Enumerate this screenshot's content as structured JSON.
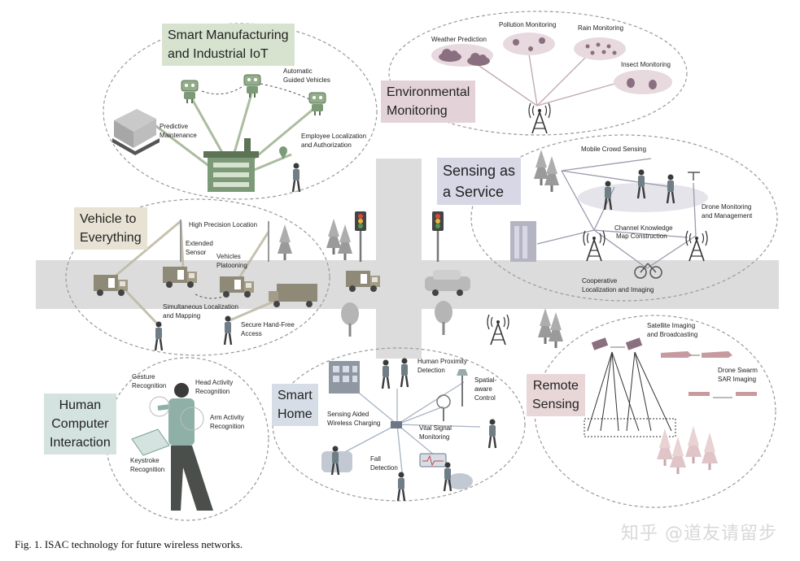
{
  "colors": {
    "road": "#dcdcdc",
    "ellipse_stroke": "#9a9a9a",
    "factory_green": "#7c9a78",
    "manufacturing_box": "#d7e3cf",
    "environment_box": "#e3d3d8",
    "sensing_box": "#d8d7e6",
    "v2x_box": "#e7e2d4",
    "hci_box": "#d4e3df",
    "home_box": "#d6dde6",
    "remote_box": "#e9d7d8",
    "truck": "#8f8a78",
    "env_cloud": "#e7d9de",
    "env_purple": "#8a6f80",
    "remote_tree": "#e0c5c8"
  },
  "sections": {
    "manufacturing": {
      "title_line1": "Smart Manufacturing",
      "title_line2": "and Industrial IoT",
      "labels": {
        "agv_line1": "Automatic",
        "agv_line2": "Guided Vehicles",
        "maint_line1": "Predictive",
        "maint_line2": "Maintenance",
        "emp_line1": "Employee Localization",
        "emp_line2": "and Authorization"
      }
    },
    "environment": {
      "title_line1": "Environmental",
      "title_line2": "Monitoring",
      "labels": {
        "weather": "Weather Prediction",
        "pollution": "Pollution Monitoring",
        "rain": "Rain Monitoring",
        "insect": "Insect Monitoring"
      }
    },
    "sensing_service": {
      "title_line1": "Sensing as",
      "title_line2": "a Service",
      "labels": {
        "crowd": "Mobile Crowd Sensing",
        "drone_line1": "Drone Monitoring",
        "drone_line2": "and Management",
        "ckm_line1": "Channel Knowledge",
        "ckm_line2": "Map Construction",
        "coop_line1": "Cooperative",
        "coop_line2": "Localization and Imaging"
      }
    },
    "v2x": {
      "title_line1": "Vehicle to",
      "title_line2": "Everything",
      "labels": {
        "hpl": "High Precision Location",
        "ext_line1": "Extended",
        "ext_line2": "Sensor",
        "plat_line1": "Vehicles",
        "plat_line2": "Platooning",
        "slam_line1": "Simultaneous Localization",
        "slam_line2": "and Mapping",
        "access_line1": "Secure Hand-Free",
        "access_line2": "Access"
      }
    },
    "hci": {
      "title_line1": "Human",
      "title_line2": "Computer",
      "title_line3": "Interaction",
      "labels": {
        "gesture_line1": "Gesture",
        "gesture_line2": "Recognition",
        "head_line1": "Head Activity",
        "head_line2": "Recognition",
        "arm_line1": "Arm Activity",
        "arm_line2": "Recognition",
        "key_line1": "Keystroke",
        "key_line2": "Recognition"
      }
    },
    "home": {
      "title_line1": "Smart",
      "title_line2": "Home",
      "labels": {
        "prox_line1": "Human Proximity",
        "prox_line2": "Detection",
        "spatial_line1": "Spatial-",
        "spatial_line2": "aware",
        "spatial_line3": "Control",
        "charge_line1": "Sensing Aided",
        "charge_line2": "Wireless Charging",
        "vital_line1": "Vital Signal",
        "vital_line2": "Monitoring",
        "fall_line1": "Fall",
        "fall_line2": "Detection"
      }
    },
    "remote": {
      "title_line1": "Remote",
      "title_line2": "Sensing",
      "labels": {
        "sat_line1": "Satellite Imaging",
        "sat_line2": "and Broadcasting",
        "swarm_line1": "Drone Swarm",
        "swarm_line2": "SAR Imaging"
      }
    }
  },
  "caption": "Fig. 1.  ISAC technology for future wireless networks.",
  "watermark": "知乎 @道友请留步"
}
